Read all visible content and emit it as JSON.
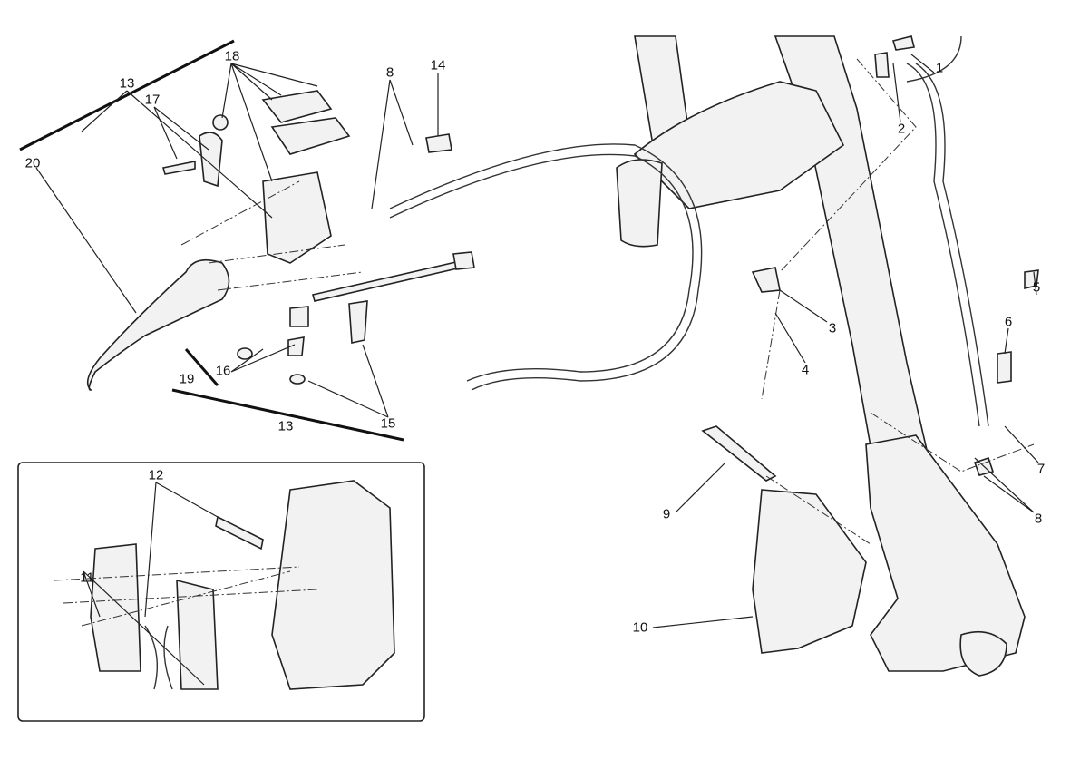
{
  "diagram": {
    "callouts": [
      {
        "id": "c13a",
        "text": "13"
      },
      {
        "id": "c18",
        "text": "18"
      },
      {
        "id": "c17",
        "text": "17"
      },
      {
        "id": "c20",
        "text": "20"
      },
      {
        "id": "c8a",
        "text": "8"
      },
      {
        "id": "c14",
        "text": "14"
      },
      {
        "id": "c1",
        "text": "1"
      },
      {
        "id": "c2",
        "text": "2"
      },
      {
        "id": "c3",
        "text": "3"
      },
      {
        "id": "c4",
        "text": "4"
      },
      {
        "id": "c5",
        "text": "5"
      },
      {
        "id": "c6",
        "text": "6"
      },
      {
        "id": "c7",
        "text": "7"
      },
      {
        "id": "c8b",
        "text": "8"
      },
      {
        "id": "c9",
        "text": "9"
      },
      {
        "id": "c10",
        "text": "10"
      },
      {
        "id": "c19",
        "text": "19"
      },
      {
        "id": "c16",
        "text": "16"
      },
      {
        "id": "c13b",
        "text": "13"
      },
      {
        "id": "c15",
        "text": "15"
      },
      {
        "id": "c12",
        "text": "12"
      },
      {
        "id": "c11",
        "text": "11"
      }
    ]
  }
}
